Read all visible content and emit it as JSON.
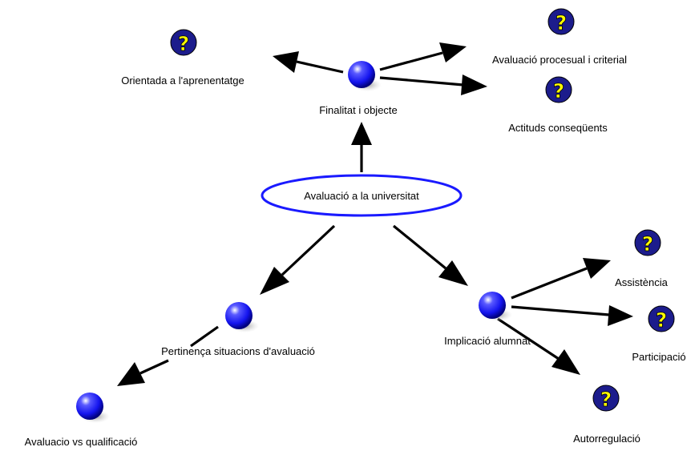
{
  "diagram": {
    "central": {
      "label": "Avaluació a la universitat"
    },
    "nodes": [
      {
        "id": "finalitat",
        "label": "Finalitat i objecte"
      },
      {
        "id": "pertinenca",
        "label": "Pertinença situacions d'avaluació"
      },
      {
        "id": "implicacio",
        "label": "Implicació alumnat"
      },
      {
        "id": "avaluacio-vs",
        "label": "Avaluacio vs qualificació"
      }
    ],
    "question_nodes": [
      {
        "id": "orientada",
        "label": "Orientada a l'aprenentatge"
      },
      {
        "id": "procesual",
        "label": "Avaluació procesual i criterial"
      },
      {
        "id": "actituds",
        "label": "Actituds conseqüents"
      },
      {
        "id": "assistencia",
        "label": "Assistència"
      },
      {
        "id": "participacio",
        "label": "Participació"
      },
      {
        "id": "autorregulacio",
        "label": "Autorregulació"
      }
    ],
    "question_symbol": "?",
    "colors": {
      "sphere_blue": "#1a1aff",
      "question_fill": "#1c1c8c",
      "question_mark": "#ffff00",
      "central_outline": "#1a1aff",
      "arrow": "#000000"
    }
  }
}
